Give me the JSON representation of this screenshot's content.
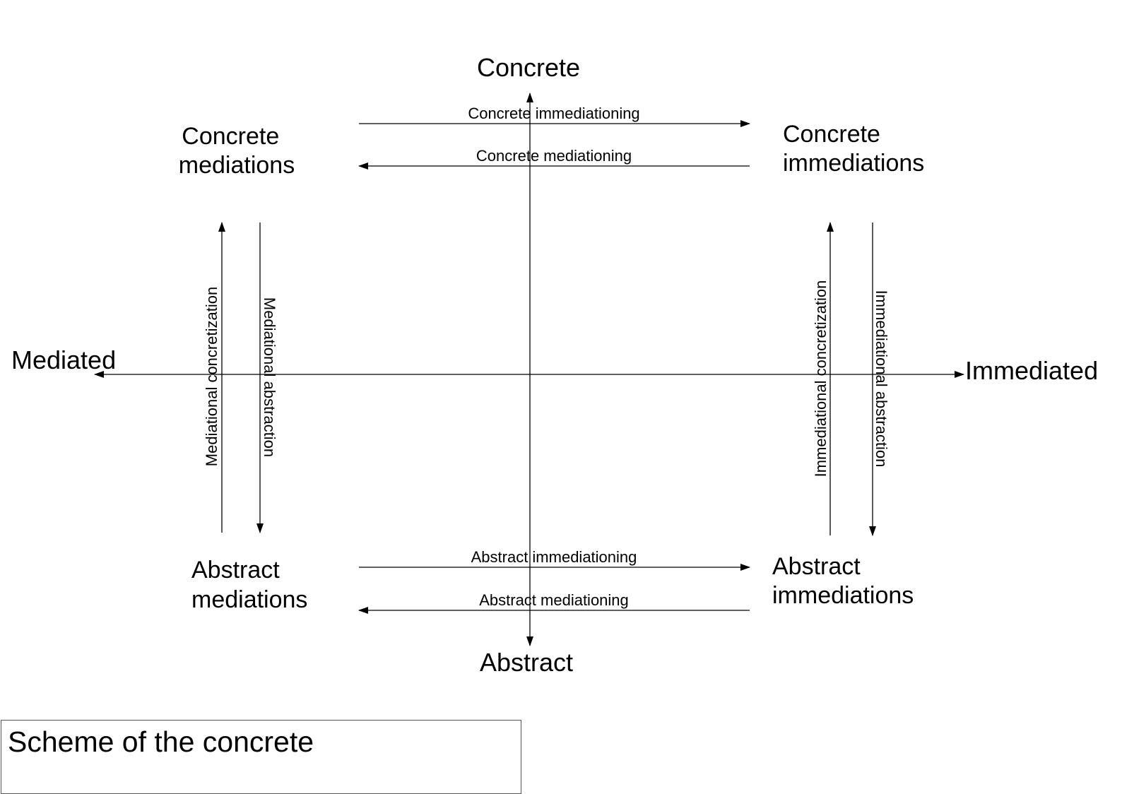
{
  "axes": {
    "top": "Concrete",
    "bottom": "Abstract",
    "left": "Mediated",
    "right": "Immediated"
  },
  "nodes": {
    "concrete_mediations": [
      "Concrete",
      "mediations"
    ],
    "concrete_immediations": [
      "Concrete",
      "immediations"
    ],
    "abstract_mediations": [
      "Abstract",
      "mediations"
    ],
    "abstract_immediations": [
      "Abstract",
      "immediations"
    ]
  },
  "edges": {
    "concrete_immediationing": "Concrete immediationing",
    "concrete_mediationing": "Concrete mediationing",
    "abstract_immediationing": "Abstract immediationing",
    "abstract_mediationing": "Abstract mediationing",
    "mediational_concretization": "Mediational concretization",
    "mediational_abstraction": "Mediational abstraction",
    "immediational_concretization": "Immediational concretization",
    "immediational_abstraction": "Immediational abstraction"
  },
  "caption": "Scheme of the concrete",
  "colors": {
    "line": "#000000",
    "background": "#ffffff"
  }
}
